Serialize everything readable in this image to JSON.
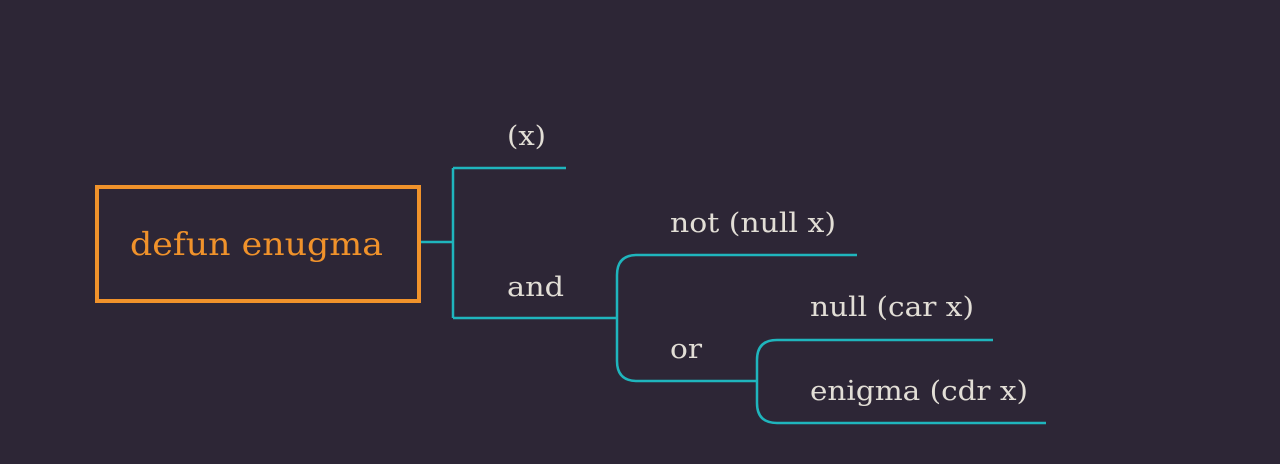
{
  "colors": {
    "background": "#2d2636",
    "link": "#1fb5bd",
    "root": "#f0922b",
    "text": "#e2ded6"
  },
  "mindmap": {
    "root": "defun enugma",
    "nodes": {
      "args": "(x)",
      "and": "and",
      "not_null": "not (null x)",
      "or": "or",
      "null_car": "null (car x)",
      "enigma_cdr": "enigma (cdr x)"
    }
  }
}
